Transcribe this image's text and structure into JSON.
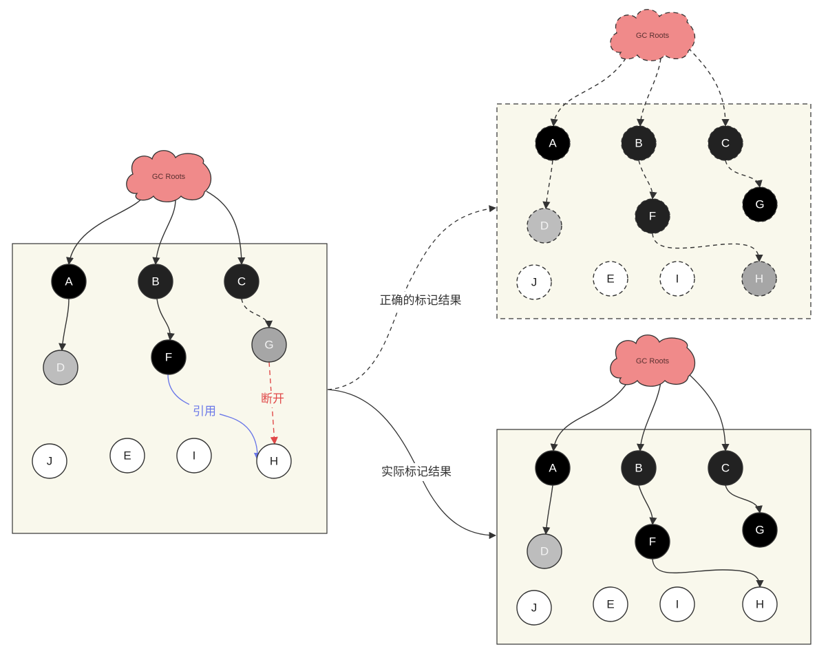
{
  "colors": {
    "panel_fill": "#f9f8ec",
    "panel_stroke": "#333333",
    "cloud_fill": "#f08a8a",
    "black": "#000000",
    "dark": "#222222",
    "gray": "#a6a6a6",
    "light_gray": "#bdbdbd",
    "white": "#ffffff",
    "edge": "#333333",
    "ref_edge": "#6b78e8",
    "break_edge": "#e04848"
  },
  "captions": {
    "correct": "正确的标记结果",
    "actual": "实际标记结果"
  },
  "edge_labels": {
    "reference": "引用",
    "disconnect": "断开"
  },
  "cloud_label": "GC Roots",
  "panels": [
    {
      "id": "initial",
      "label": "",
      "dashed": false,
      "nodes": [
        {
          "id": "A",
          "color": "black"
        },
        {
          "id": "B",
          "color": "dark"
        },
        {
          "id": "C",
          "color": "dark"
        },
        {
          "id": "D",
          "color": "light_gray"
        },
        {
          "id": "F",
          "color": "black"
        },
        {
          "id": "G",
          "color": "gray"
        },
        {
          "id": "J",
          "color": "white"
        },
        {
          "id": "E",
          "color": "white"
        },
        {
          "id": "I",
          "color": "white"
        },
        {
          "id": "H",
          "color": "white"
        }
      ],
      "edges": [
        {
          "from": "GC Roots",
          "to": "A",
          "style": "solid"
        },
        {
          "from": "GC Roots",
          "to": "B",
          "style": "solid"
        },
        {
          "from": "GC Roots",
          "to": "C",
          "style": "solid"
        },
        {
          "from": "A",
          "to": "D",
          "style": "solid"
        },
        {
          "from": "B",
          "to": "F",
          "style": "solid"
        },
        {
          "from": "C",
          "to": "G",
          "style": "dashed"
        },
        {
          "from": "F",
          "to": "H",
          "style": "reference",
          "label": "引用"
        },
        {
          "from": "G",
          "to": "H",
          "style": "disconnect",
          "label": "断开"
        }
      ]
    },
    {
      "id": "correct",
      "label": "正确的标记结果",
      "dashed": true,
      "nodes": [
        {
          "id": "A",
          "color": "black"
        },
        {
          "id": "B",
          "color": "dark"
        },
        {
          "id": "C",
          "color": "dark"
        },
        {
          "id": "D",
          "color": "light_gray"
        },
        {
          "id": "F",
          "color": "dark"
        },
        {
          "id": "G",
          "color": "black"
        },
        {
          "id": "J",
          "color": "white"
        },
        {
          "id": "E",
          "color": "white"
        },
        {
          "id": "I",
          "color": "white"
        },
        {
          "id": "H",
          "color": "gray"
        }
      ],
      "edges": [
        {
          "from": "GC Roots",
          "to": "A",
          "style": "dashed"
        },
        {
          "from": "GC Roots",
          "to": "B",
          "style": "dashed"
        },
        {
          "from": "GC Roots",
          "to": "C",
          "style": "dashed"
        },
        {
          "from": "A",
          "to": "D",
          "style": "dashed"
        },
        {
          "from": "B",
          "to": "F",
          "style": "dashed"
        },
        {
          "from": "C",
          "to": "G",
          "style": "dashed"
        },
        {
          "from": "F",
          "to": "H",
          "style": "dashed"
        }
      ]
    },
    {
      "id": "actual",
      "label": "实际标记结果",
      "dashed": false,
      "nodes": [
        {
          "id": "A",
          "color": "black"
        },
        {
          "id": "B",
          "color": "dark"
        },
        {
          "id": "C",
          "color": "dark"
        },
        {
          "id": "D",
          "color": "light_gray"
        },
        {
          "id": "F",
          "color": "black"
        },
        {
          "id": "G",
          "color": "black"
        },
        {
          "id": "J",
          "color": "white"
        },
        {
          "id": "E",
          "color": "white"
        },
        {
          "id": "I",
          "color": "white"
        },
        {
          "id": "H",
          "color": "white"
        }
      ],
      "edges": [
        {
          "from": "GC Roots",
          "to": "A",
          "style": "solid"
        },
        {
          "from": "GC Roots",
          "to": "B",
          "style": "solid"
        },
        {
          "from": "GC Roots",
          "to": "C",
          "style": "solid"
        },
        {
          "from": "A",
          "to": "D",
          "style": "solid"
        },
        {
          "from": "B",
          "to": "F",
          "style": "solid"
        },
        {
          "from": "C",
          "to": "G",
          "style": "solid"
        },
        {
          "from": "F",
          "to": "H",
          "style": "solid"
        }
      ]
    }
  ]
}
